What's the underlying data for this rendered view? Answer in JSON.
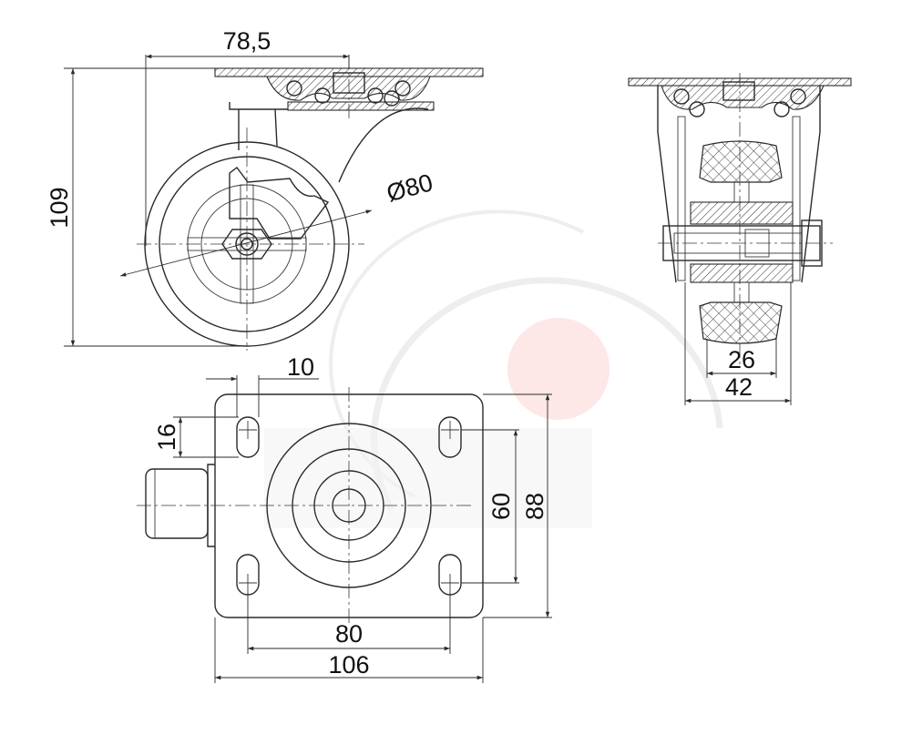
{
  "dimensions": {
    "offset": "78,5",
    "height": "109",
    "wheel_diameter": "Ø80",
    "slot_width": "10",
    "slot_length": "16",
    "hole_spacing_short": "60",
    "plate_width": "88",
    "hole_spacing_long": "80",
    "plate_length": "106",
    "tread_width": "26",
    "overall_width": "42"
  },
  "colors": {
    "line": "#2a2a2a",
    "watermark": "#eeeeee",
    "watermark_accent": "#fde7e7"
  }
}
